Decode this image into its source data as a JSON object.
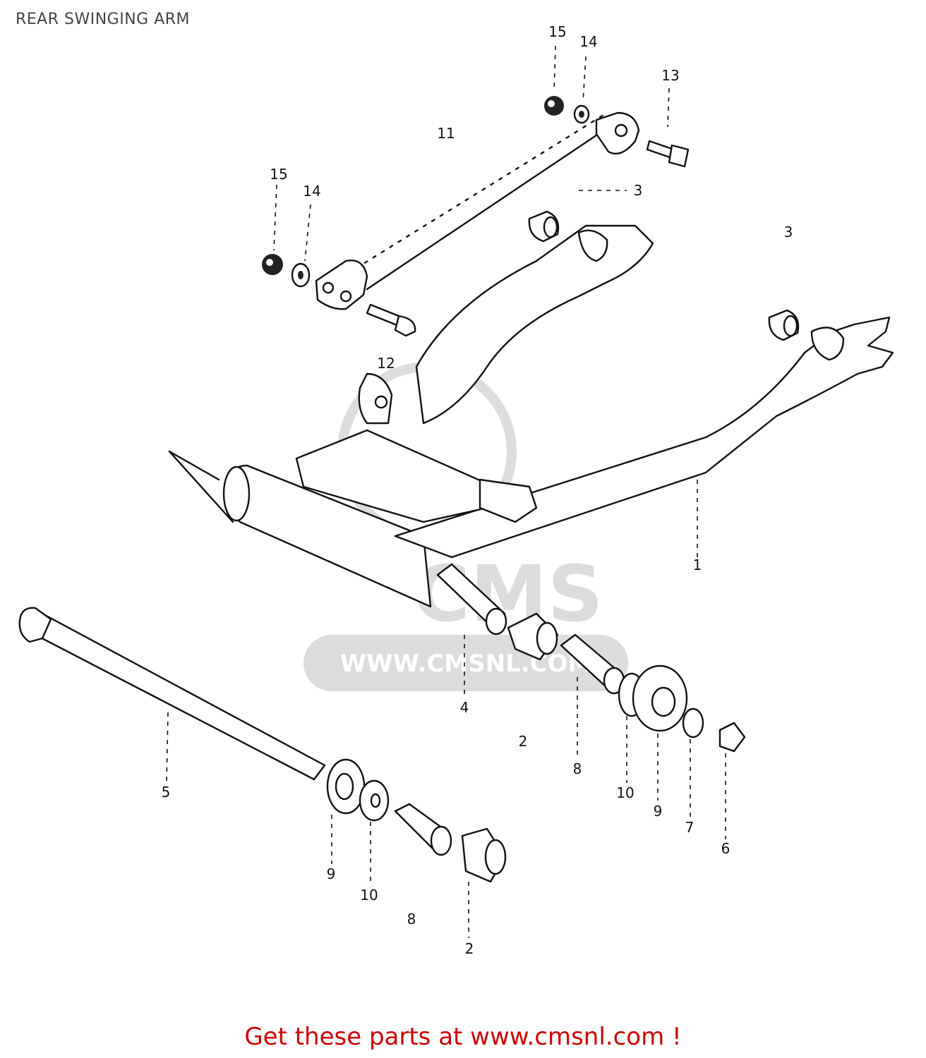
{
  "header": {
    "title": "REAR SWINGING ARM"
  },
  "footer": {
    "text": "Get these parts at www.cmsnl.com !"
  },
  "watermark": {
    "site": "WWW.CMSNL.COM",
    "logo_text": "CMS"
  },
  "callouts": {
    "c15a": "15",
    "c14a": "14",
    "c13": "13",
    "c11": "11",
    "c15b": "15",
    "c14b": "14",
    "c3a": "3",
    "c3b": "3",
    "c12": "12",
    "c1": "1",
    "c4": "4",
    "c2a": "2",
    "c8a": "8",
    "c10a": "10",
    "c9a": "9",
    "c7": "7",
    "c6": "6",
    "c5": "5",
    "c9b": "9",
    "c10b": "10",
    "c8b": "8",
    "c2b": "2"
  }
}
